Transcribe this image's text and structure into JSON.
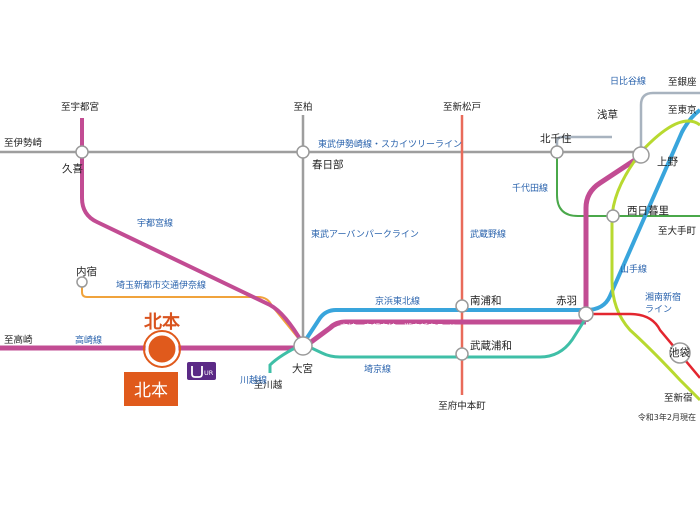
{
  "colors": {
    "takasaki": "#c24c93",
    "utsunomiya": "#c24c93",
    "keihin": "#39a5dc",
    "saikyo": "#3fbfa7",
    "musashino": "#e96b5a",
    "tobu": "#9e9e9e",
    "newshuttle": "#f0a33c",
    "chiyoda": "#4aa84a",
    "yamanote": "#b8d930",
    "shonan": "#e3262f",
    "hibiya": "#a8b3bf",
    "accent": "#e05a1c"
  },
  "dest": {
    "utsunomiya": "至宇都宮",
    "kashiwa": "至柏",
    "shinmatsudo": "至新松戸",
    "isesaki": "至伊勢崎",
    "takasaki": "至高崎",
    "kawagoe": "至川越",
    "fuchu": "至府中本町",
    "ginza": "至銀座",
    "tokyo": "至東京",
    "otemachi": "至大手町",
    "shinjuku": "至新宿"
  },
  "stations": {
    "kuki": "久喜",
    "kasukabe": "春日部",
    "kitasenju": "北千住",
    "asakusa": "浅草",
    "ueno": "上野",
    "nishinippori": "西日暮里",
    "uchijuku": "内宿",
    "kitamoto": "北本",
    "omiya": "大宮",
    "minamiurawa": "南浦和",
    "akabane": "赤羽",
    "musashiurawa": "武蔵浦和",
    "ikebukuro": "池袋"
  },
  "lines": {
    "tobu_skytree": "東武伊勢崎線・スカイツリーライン",
    "utsunomiya": "宇都宮線",
    "tobu_urbanpark": "東武アーバンパークライン",
    "musashino": "武蔵野線",
    "hibiya": "日比谷線",
    "chiyoda": "千代田線",
    "newshuttle": "埼玉新都市交通伊奈線",
    "yamanote": "山手線",
    "takasaki": "高崎線",
    "keihin_tohoku": "京浜東北線",
    "through": "高崎・宇都宮線・湘南新宿ライン",
    "shonan_1": "湘南新宿",
    "shonan_2": "ライン",
    "saikyo": "埼京線",
    "kawagoe": "川越線"
  },
  "logo": {
    "text": "UR"
  },
  "highlight": {
    "station": "北本",
    "label": "北本"
  },
  "note": "令和3年2月現在"
}
